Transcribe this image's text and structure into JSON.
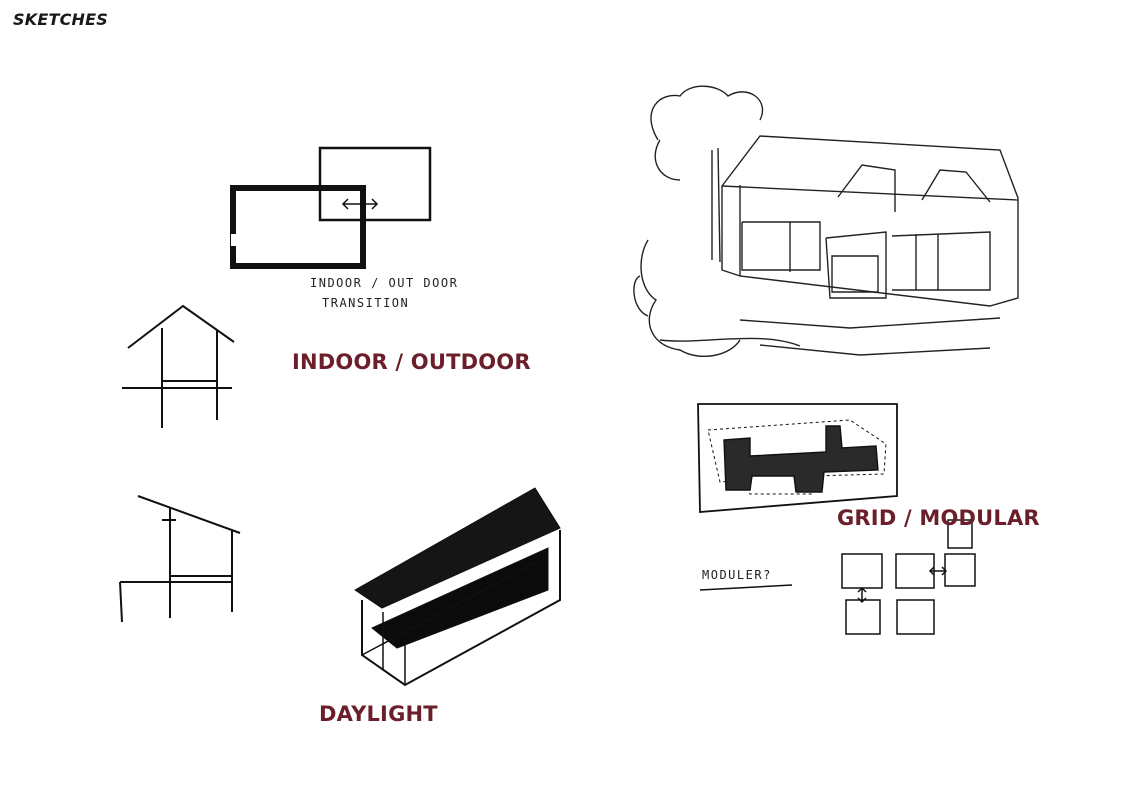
{
  "page": {
    "title": "SKETCHES"
  },
  "headings": {
    "indoor_outdoor": "INDOOR / OUTDOOR",
    "daylight": "DAYLIGHT",
    "grid_modular": "GRID / MODULAR"
  },
  "notes": {
    "transition_line1": "INDOOR / OUT DOOR",
    "transition_line2": "TRANSITION",
    "modular_question": "MODULER?"
  },
  "colors": {
    "heading": "#6b1f2a",
    "ink": "#111111"
  }
}
